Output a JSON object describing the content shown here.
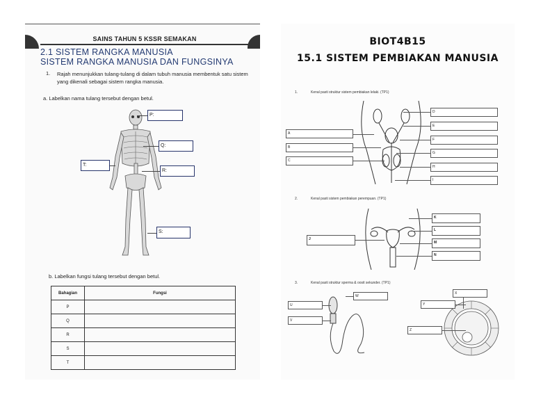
{
  "left": {
    "header": "SAINS TAHUN 5 KSSR SEMAKAN",
    "title_line1": "2.1 SISTEM RANGKA MANUSIA",
    "title_line2": "SISTEM RANGKA MANUSIA DAN FUNGSINYA",
    "q1_number": "1.",
    "q1_text": "Rajah menunjukkan tulang-tulang di dalam tubuh manusia membentuk satu sistem yang dikenali sebagai sistem rangka manusia.",
    "qa_text": "a. Labelkan nama tulang tersebut dengan betul.",
    "labels": {
      "P": "P:",
      "Q": "Q:",
      "R": "R:",
      "S": "S:",
      "T": "T:"
    },
    "qb_text": "b. Labelkan fungsi tulang tersebut dengan betul.",
    "table": {
      "headers": [
        "Bahagian",
        "Fungsi"
      ],
      "rows": [
        "P",
        "Q",
        "R",
        "S",
        "T"
      ]
    }
  },
  "right": {
    "title_line1": "BIOT4B15",
    "title_line2": "15.1 SISTEM PEMBIAKAN MANUSIA",
    "q1": {
      "number": "1.",
      "text": "Kenal pasti struktur sistem pembiakan lelaki. (TP1)"
    },
    "q2": {
      "number": "2.",
      "text": "Kenal pasti sistem pembiakan perempuan. (TP1)"
    },
    "q3": {
      "number": "3.",
      "text": "Kenal pasti struktur sperma & oosit sekunder. (TP1)"
    },
    "male_left": [
      "A",
      "B",
      "C"
    ],
    "male_right": [
      "D",
      "E",
      "F",
      "G",
      "H",
      "I"
    ],
    "female_left": [
      "J"
    ],
    "female_right": [
      "K",
      "L",
      "M",
      "N"
    ],
    "sperm_labels": {
      "U": "U",
      "V": "V",
      "W": "W"
    },
    "oocyte_labels": {
      "X": "X",
      "Y": "Y",
      "Z": "Z"
    }
  }
}
